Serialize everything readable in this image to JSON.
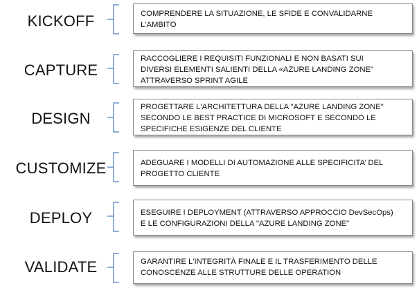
{
  "phases": [
    {
      "name": "KICKOFF",
      "description": "COMPRENDERE LA SITUAZIONE, LE SFIDE E CONVALIDARNE\nL'AMBITO"
    },
    {
      "name": "CAPTURE",
      "description": "RACCOGLIERE I REQUISITI FUNZIONALI E NON BASATI SUI\nDIVERSI ELEMENTI SALIENTI DELLA «AZURE LANDING ZONE\"\nATTRAVERSO SPRINT AGILE"
    },
    {
      "name": "DESIGN",
      "description": "PROGETTARE L'ARCHITETTURA DELLA \"AZURE LANDING ZONE\"\nSECONDO LE BEST PRACTICE DI MICROSOFT E SECONDO LE\nSPECIFICHE ESIGENZE DEL CLIENTE"
    },
    {
      "name": "CUSTOMIZE",
      "description": "ADEGUARE I MODELLI DI AUTOMAZIONE ALLE SPECIFICITA’ DEL\nPROGETTO CLIENTE"
    },
    {
      "name": "DEPLOY",
      "description": "ESEGUIRE I DEPLOYMENT (ATTRAVERSO APPROCCIO DevSecOps)\nE LE CONFIGURAZIONI DELLA \"AZURE LANDING ZONE\""
    },
    {
      "name": "VALIDATE",
      "description": "GARANTIRE L'INTEGRITÀ FINALE E IL TRASFERIMENTO DELLE\nCONOSCENZE ALLE STRUTTURE DELLE OPERATION"
    }
  ],
  "colors": {
    "brace": "#4a7fc1",
    "border": "#8a8a8a"
  }
}
